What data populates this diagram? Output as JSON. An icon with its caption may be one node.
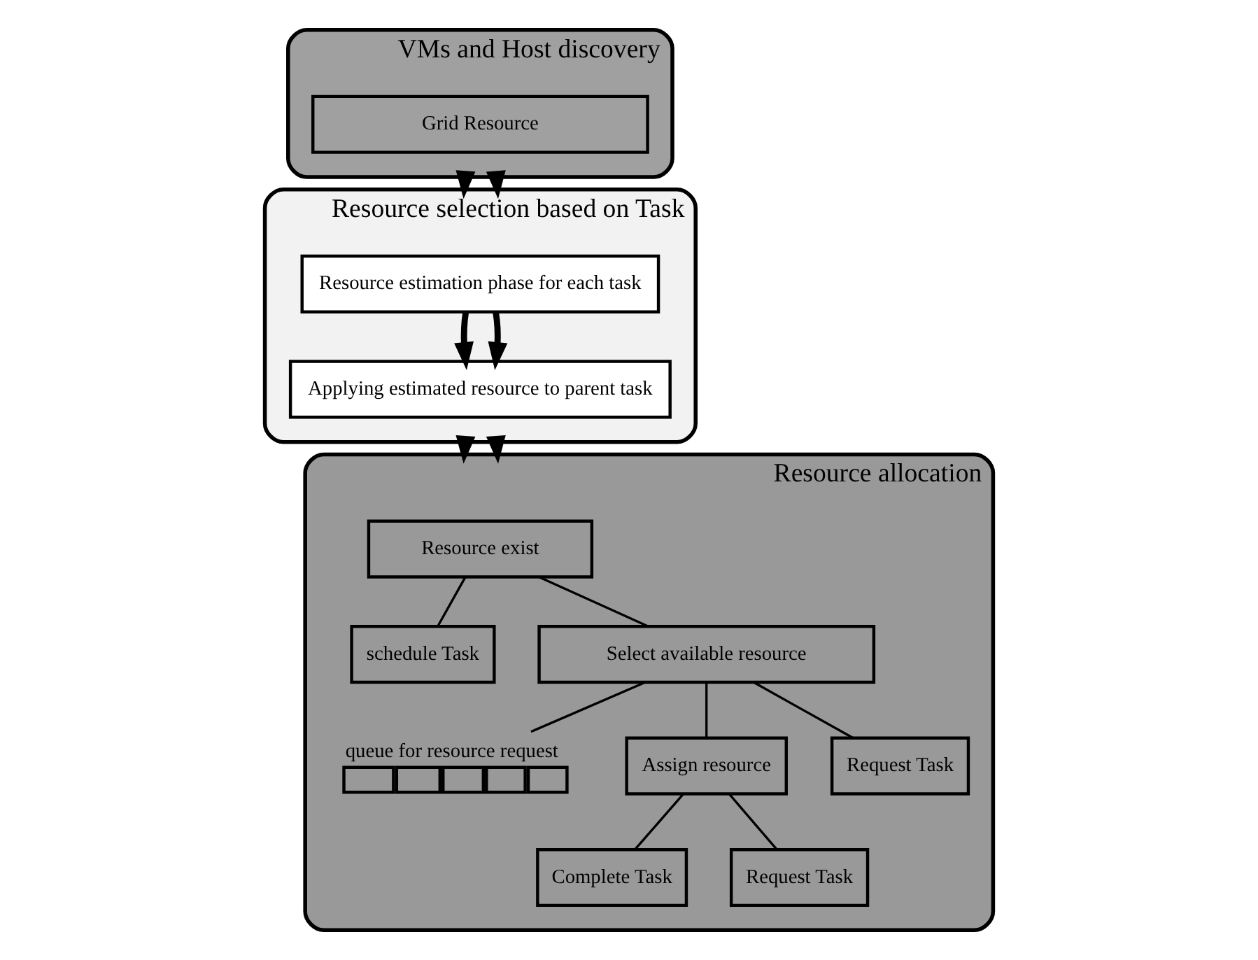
{
  "diagram": {
    "nodes": [
      {
        "text": [
          "VMs and Host discovery"
        ]
      },
      {
        "text": [
          "Grid Resource"
        ],
        "in": 0
      },
      {
        "text": [
          "Resource selection based on Task"
        ]
      },
      {
        "text": [
          "Resource estimation phase for each task"
        ],
        "in": 2
      },
      {
        "text": [
          "Applying estimated resource to parent task"
        ],
        "in": 2
      },
      {
        "text": [
          "Resource allocation"
        ]
      },
      {
        "text": [
          "Resource exist"
        ],
        "in": 5
      },
      {
        "text": [
          "queue for resource request"
        ],
        "in": 5
      },
      {
        "text": [
          "schedule Task"
        ],
        "in": 5
      },
      {
        "text": [
          "Select available resource"
        ],
        "in": 5
      },
      {
        "text": [
          "Assign resource"
        ],
        "in": 5
      },
      {
        "text": [
          "Request Task"
        ],
        "in": 5
      },
      {
        "text": [
          "Complete Task"
        ],
        "in": 5
      },
      {
        "text": [
          "Request Task"
        ],
        "in": 5
      }
    ],
    "edges": [
      {
        "from": 0,
        "to": 2,
        "arrow": "to",
        "style": "thick"
      },
      {
        "from": 0,
        "to": 2,
        "arrow": "to",
        "style": "thick"
      },
      {
        "from": 3,
        "to": 4,
        "arrow": "to",
        "style": "thick"
      },
      {
        "from": 3,
        "to": 4,
        "arrow": "to",
        "style": "thick"
      },
      {
        "from": 2,
        "to": 5,
        "arrow": "to",
        "style": "thick"
      },
      {
        "from": 2,
        "to": 5,
        "arrow": "to",
        "style": "thick"
      },
      {
        "from": 6,
        "to": 8,
        "arrow": "none"
      },
      {
        "from": 6,
        "to": 9,
        "arrow": "none"
      },
      {
        "from": 9,
        "to": 7,
        "arrow": "none"
      },
      {
        "from": 9,
        "to": 10,
        "arrow": "none"
      },
      {
        "from": 9,
        "to": 11,
        "arrow": "none"
      },
      {
        "from": 10,
        "to": 12,
        "arrow": "none"
      },
      {
        "from": 10,
        "to": 13,
        "arrow": "none"
      }
    ]
  }
}
